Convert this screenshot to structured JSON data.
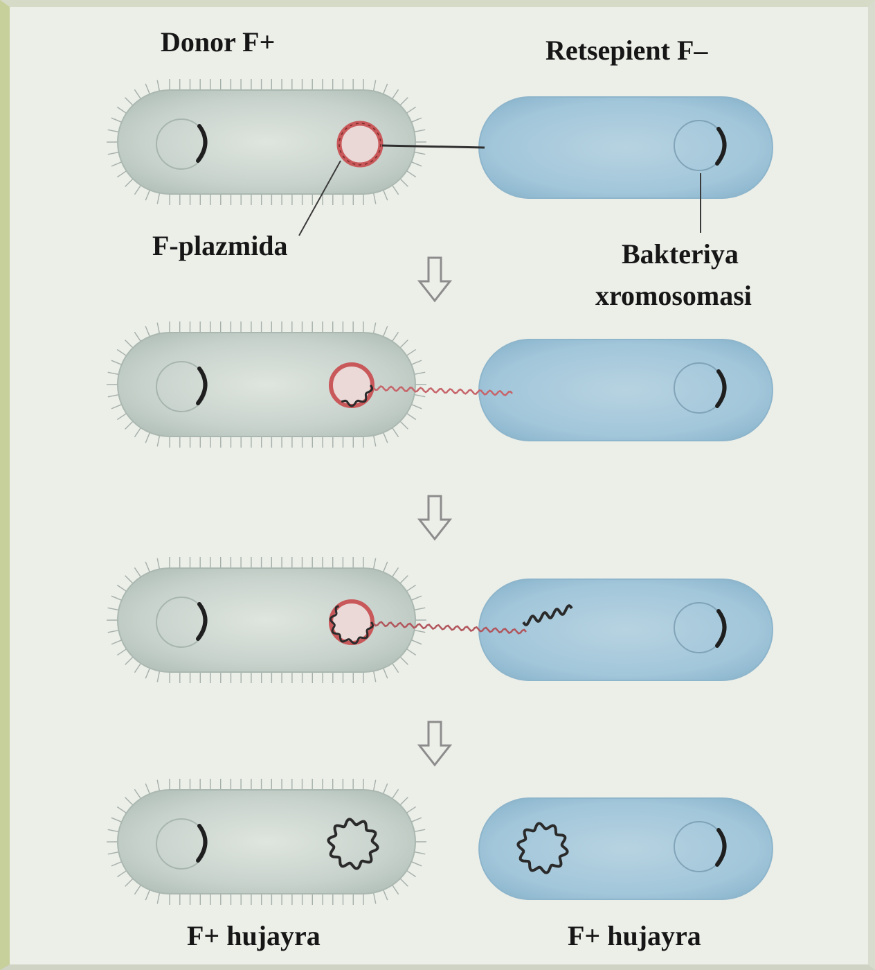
{
  "labels": {
    "donor": "Donor F+",
    "recipient": "Retsepient F–",
    "plasmid": "F-plazmida",
    "chromosome_line1": "Bakteriya",
    "chromosome_line2": "xromosomasi",
    "result_left": "F+ hujayra",
    "result_right": "F+ hujayra"
  },
  "colors": {
    "donor_cell": "#c9d3cc",
    "recipient_cell": "#9fc4d8",
    "plasmid_ring": "#c9585a",
    "dna": "#2a2a2a",
    "arrow": "#8c8c8c"
  },
  "stages": [
    {
      "stage": 1,
      "description_id": "pilus-contact"
    },
    {
      "stage": 2,
      "description_id": "strand-transfer-start"
    },
    {
      "stage": 3,
      "description_id": "strand-transfer-progress"
    },
    {
      "stage": 4,
      "description_id": "both-f-plus"
    }
  ]
}
